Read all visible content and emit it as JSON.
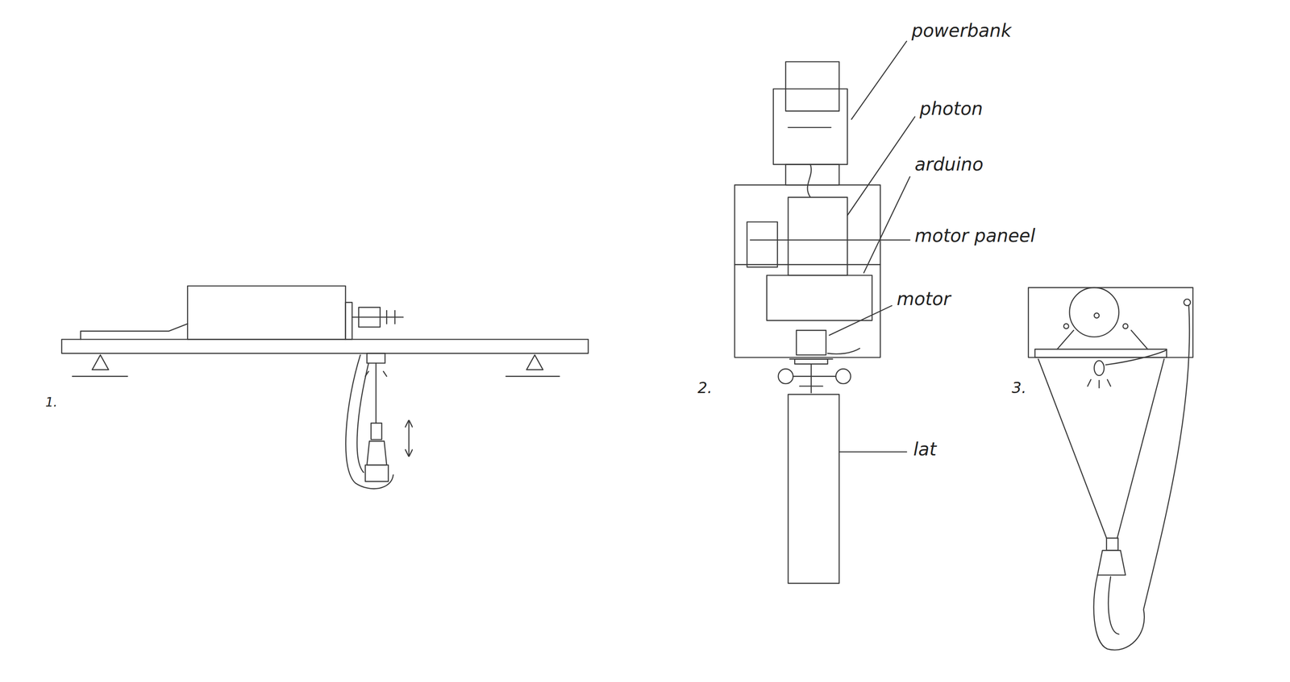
{
  "diagram": {
    "labels": [
      "1.",
      "2.",
      "powerbank",
      "photon",
      "arduino",
      "motor paneel",
      "motor",
      "lat",
      "3."
    ]
  }
}
